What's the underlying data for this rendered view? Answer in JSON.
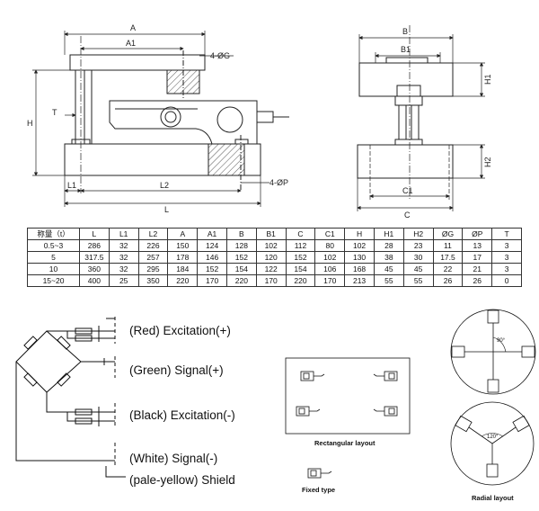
{
  "front_view": {
    "labels": {
      "A": "A",
      "A1": "A1",
      "G": "4-ØG",
      "H": "H",
      "T": "T",
      "L1": "L1",
      "L2": "L2",
      "L": "L",
      "P": "4-ØP"
    }
  },
  "side_view": {
    "labels": {
      "B": "B",
      "B1": "B1",
      "H1": "H1",
      "H2": "H2",
      "C1": "C1",
      "C": "C"
    }
  },
  "spec_table": {
    "headers": [
      "称量（t）",
      "L",
      "L1",
      "L2",
      "A",
      "A1",
      "B",
      "B1",
      "C",
      "C1",
      "H",
      "H1",
      "H2",
      "ØG",
      "ØP",
      "T"
    ],
    "rows": [
      [
        "0.5~3",
        "286",
        "32",
        "226",
        "150",
        "124",
        "128",
        "102",
        "112",
        "80",
        "102",
        "28",
        "23",
        "11",
        "13",
        "3"
      ],
      [
        "5",
        "317.5",
        "32",
        "257",
        "178",
        "146",
        "152",
        "120",
        "152",
        "102",
        "130",
        "38",
        "30",
        "17.5",
        "17",
        "3"
      ],
      [
        "10",
        "360",
        "32",
        "295",
        "184",
        "152",
        "154",
        "122",
        "154",
        "106",
        "168",
        "45",
        "45",
        "22",
        "21",
        "3"
      ],
      [
        "15~20",
        "400",
        "25",
        "350",
        "220",
        "170",
        "220",
        "170",
        "220",
        "170",
        "213",
        "55",
        "55",
        "26",
        "26",
        "0"
      ]
    ]
  },
  "wiring": {
    "red": "(Red)  Excitation(+)",
    "green": "(Green)  Signal(+)",
    "black": "(Black)  Excitation(-)",
    "white": "(White)   Signal(-)",
    "shield": "(pale-yellow) Shield"
  },
  "captions": {
    "rectangular": "Rectangular layout",
    "fixed": "Fixed type",
    "radial": "Radial layout",
    "angle90": "90°",
    "angle120": "120°"
  }
}
